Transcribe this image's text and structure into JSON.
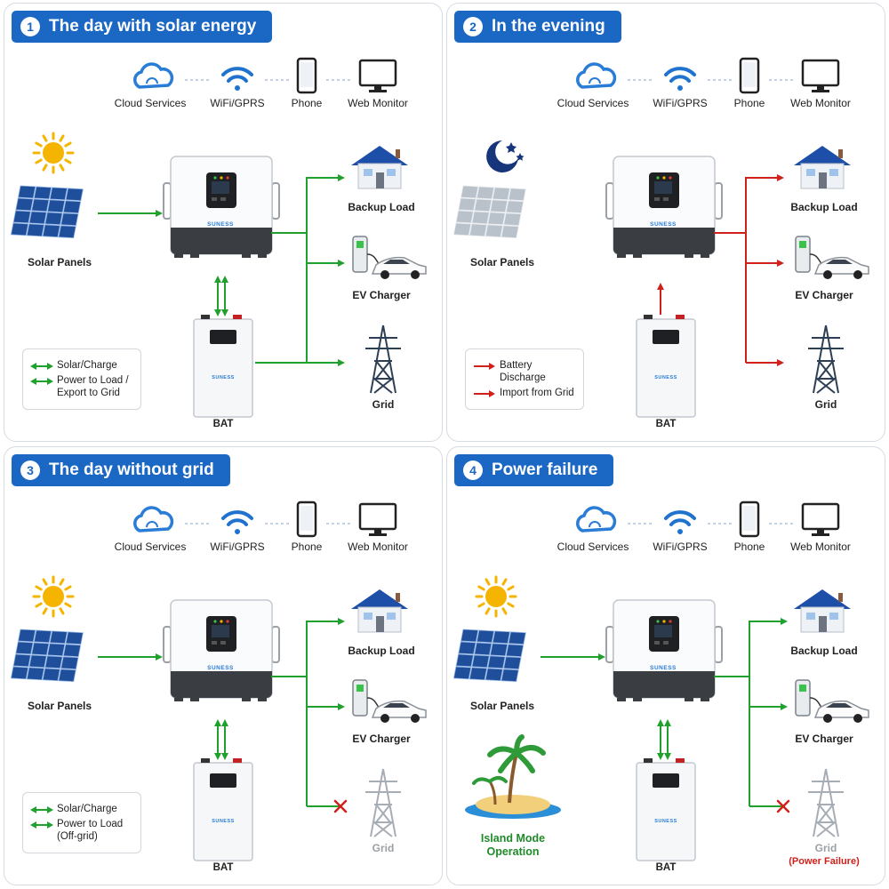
{
  "colors": {
    "title_bg": "#1a67c4",
    "flow_green": "#20a12e",
    "flow_red": "#d0201a",
    "offline_grey": "#a7adb4"
  },
  "network": {
    "cloud": "Cloud Services",
    "wifi": "WiFi/GPRS",
    "phone": "Phone",
    "web": "Web Monitor"
  },
  "labels": {
    "solar": "Solar Panels",
    "backup": "Backup Load",
    "ev": "EV Charger",
    "grid": "Grid",
    "bat": "BAT",
    "brand": "SUNESS"
  },
  "panels": [
    {
      "number": "1",
      "title": "The day with solar energy",
      "legend": [
        {
          "text": "Solar/Charge",
          "color": "green"
        },
        {
          "text": "Power to Load /\nExport to Grid",
          "color": "green"
        }
      ]
    },
    {
      "number": "2",
      "title": "In the evening",
      "legend": [
        {
          "text": "Battery Discharge",
          "color": "red"
        },
        {
          "text": "Import from Grid",
          "color": "red"
        }
      ]
    },
    {
      "number": "3",
      "title": "The day without grid",
      "legend": [
        {
          "text": "Solar/Charge",
          "color": "green"
        },
        {
          "text": "Power to Load\n(Off-grid)",
          "color": "green"
        }
      ]
    },
    {
      "number": "4",
      "title": "Power failure",
      "island_label": "Island Mode\nOperation",
      "grid_status": "(Power Failure)"
    }
  ]
}
